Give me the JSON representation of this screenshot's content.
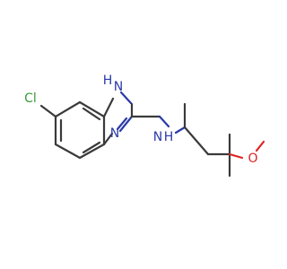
{
  "molecule": {
    "atoms": {
      "chlorine": "Cl",
      "n_imidazole_h": "H",
      "n_imidazole_top": "N",
      "n_imidazole_bottom": "N",
      "n_amine": "N",
      "n_amine_h": "H",
      "oxygen": "O"
    },
    "colors": {
      "bond": "#3a3a3a",
      "nitrogen": "#2a3aa8",
      "oxygen": "#dd2222",
      "chlorine": "#3a9a3a"
    }
  }
}
